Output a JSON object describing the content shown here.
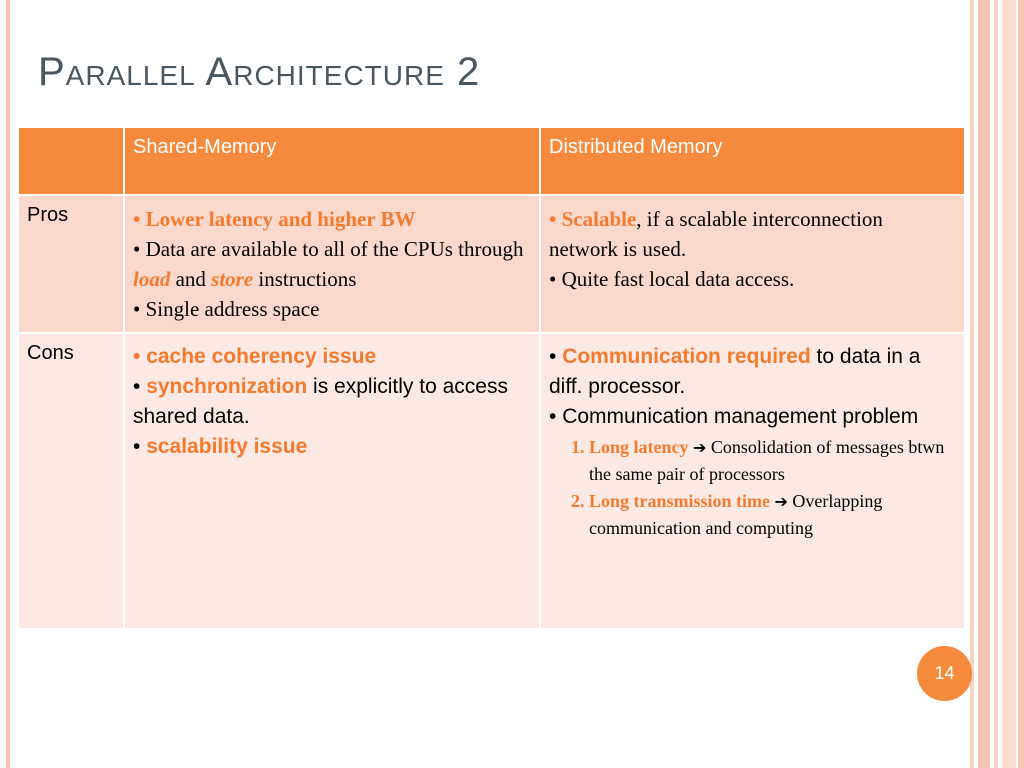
{
  "slide": {
    "title": "Parallel Architecture 2",
    "page_number": "14"
  },
  "colors": {
    "accent": "#f68a3c",
    "highlight_text": "#f47a2e",
    "row_dark": "#fbd8cc",
    "row_light": "#fde9e3",
    "title": "#4a5660"
  },
  "table": {
    "headers": [
      "",
      "Shared-Memory",
      "Distributed Memory"
    ],
    "pros": {
      "label": "Pros",
      "shared": {
        "b1": "Lower latency and higher BW",
        "b2_a": "Data are available to all of the CPUs through",
        "b2_load": "load",
        "b2_and": "and",
        "b2_store": "store",
        "b2_end": "instructions",
        "b3": "Single address space"
      },
      "distributed": {
        "b1_hl": "Scalable",
        "b1_rest": ", if a scalable interconnection network is used.",
        "b2": "Quite fast local data access."
      }
    },
    "cons": {
      "label": "Cons",
      "shared": {
        "b1": "cache coherency issue",
        "b2_hl": "synchronization",
        "b2_rest": " is explicitly to access shared data.",
        "b3": "scalability issue"
      },
      "distributed": {
        "b1_hl": "Communication required",
        "b1_rest": " to data in a diff. processor.",
        "b2": "Communication management problem",
        "items": [
          {
            "hl": "Long latency",
            "rest": "Consolidation of messages btwn the same pair of processors"
          },
          {
            "hl": "Long transmission time",
            "rest": "Overlapping communication and computing"
          }
        ]
      }
    }
  }
}
